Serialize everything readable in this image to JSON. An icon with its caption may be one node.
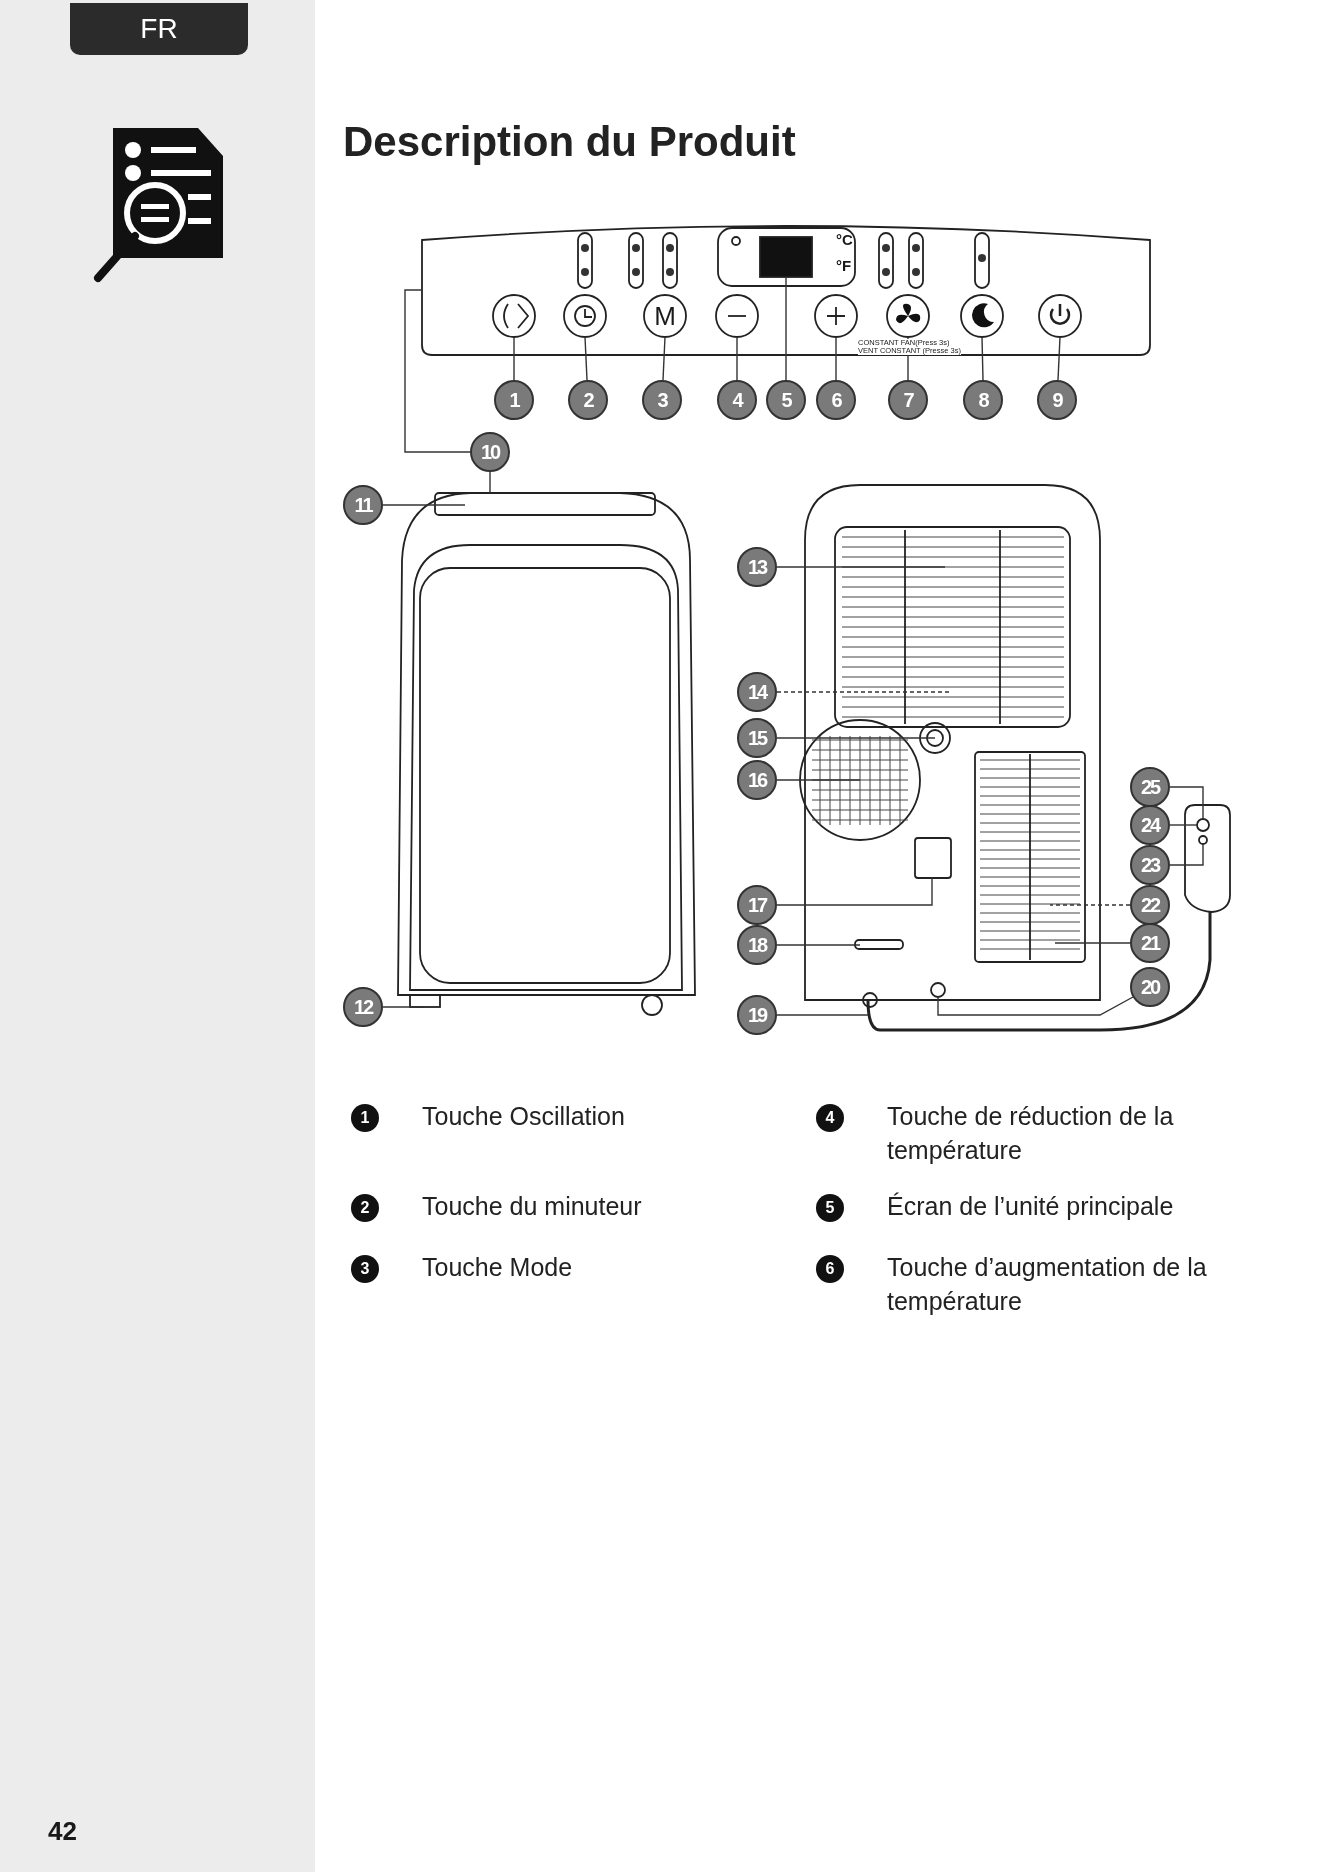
{
  "diagram": {
    "title": "Description du Produit",
    "nodes": [
      {
        "text": [
          "FR"
        ]
      },
      {
        "text": [
          "1"
        ]
      },
      {
        "text": [
          "2"
        ]
      },
      {
        "text": [
          "3"
        ]
      },
      {
        "text": [
          "4"
        ]
      },
      {
        "text": [
          "5"
        ]
      },
      {
        "text": [
          "6"
        ]
      },
      {
        "text": [
          "7"
        ]
      },
      {
        "text": [
          "8"
        ]
      },
      {
        "text": [
          "9"
        ]
      },
      {
        "text": [
          "10"
        ]
      },
      {
        "text": [
          "11"
        ]
      },
      {
        "text": [
          "12"
        ]
      },
      {
        "text": [
          "13"
        ]
      },
      {
        "text": [
          "14"
        ]
      },
      {
        "text": [
          "15"
        ]
      },
      {
        "text": [
          "16"
        ]
      },
      {
        "text": [
          "17"
        ]
      },
      {
        "text": [
          "18"
        ]
      },
      {
        "text": [
          "19"
        ]
      },
      {
        "text": [
          "20"
        ]
      },
      {
        "text": [
          "21"
        ]
      },
      {
        "text": [
          "22"
        ]
      },
      {
        "text": [
          "23"
        ]
      },
      {
        "text": [
          "24"
        ]
      },
      {
        "text": [
          "25"
        ]
      },
      {
        "text": [
          "1"
        ],
        "beside": [
          "Touche Oscillation"
        ]
      },
      {
        "text": [
          "2"
        ],
        "beside": [
          "Touche du minuteur"
        ]
      },
      {
        "text": [
          "3"
        ],
        "beside": [
          "Touche Mode"
        ]
      },
      {
        "text": [
          "4"
        ],
        "beside": [
          "Touche de réduction de la température"
        ]
      },
      {
        "text": [
          "5"
        ],
        "beside": [
          "Écran de l’unité principale"
        ]
      },
      {
        "text": [
          "6"
        ],
        "beside": [
          "Touche d’augmentation de la température"
        ]
      },
      {
        "text": [],
        "shape": "picture"
      },
      {
        "text": [],
        "shape": "picture"
      },
      {
        "text": [],
        "shape": "box",
        "in": 32
      }
    ],
    "edges": [
      {
        "from": 1,
        "to": 32,
        "arrow": "none"
      },
      {
        "from": 2,
        "to": 32,
        "arrow": "none"
      },
      {
        "from": 3,
        "to": 32,
        "arrow": "none"
      },
      {
        "from": 4,
        "to": 32,
        "arrow": "none"
      },
      {
        "from": 5,
        "to": 34,
        "arrow": "none"
      },
      {
        "from": 6,
        "to": 32,
        "arrow": "none"
      },
      {
        "from": 7,
        "to": 32,
        "arrow": "none"
      },
      {
        "from": 8,
        "to": 32,
        "arrow": "none"
      },
      {
        "from": 9,
        "to": 32,
        "arrow": "none"
      },
      {
        "from": 10,
        "to": 32,
        "arrow": "none"
      },
      {
        "from": 10,
        "to": 33,
        "arrow": "none"
      },
      {
        "from": 11,
        "to": 33,
        "arrow": "none"
      },
      {
        "from": 12,
        "to": 33,
        "arrow": "none"
      },
      {
        "from": 13,
        "to": null,
        "arrow": "none"
      },
      {
        "from": 14,
        "to": null,
        "arrow": "none",
        "style": "dashed"
      },
      {
        "from": 15,
        "to": null,
        "arrow": "none"
      },
      {
        "from": 16,
        "to": null,
        "arrow": "none"
      },
      {
        "from": 17,
        "to": null,
        "arrow": "none"
      },
      {
        "from": 18,
        "to": null,
        "arrow": "none"
      },
      {
        "from": 19,
        "to": null,
        "arrow": "none"
      },
      {
        "from": 20,
        "to": null,
        "arrow": "none"
      },
      {
        "from": 21,
        "to": null,
        "arrow": "none"
      },
      {
        "from": 22,
        "to": null,
        "arrow": "none",
        "style": "dashed"
      },
      {
        "from": 23,
        "to": null,
        "arrow": "none"
      },
      {
        "from": 24,
        "to": null,
        "arrow": "none"
      },
      {
        "from": 25,
        "to": null,
        "arrow": "none"
      }
    ],
    "labels": [
      "°C",
      "M",
      "°F",
      "CONSTANT FAN(Press 3s)",
      "VENT CONSTANT (Presse 3s)",
      "42"
    ]
  }
}
